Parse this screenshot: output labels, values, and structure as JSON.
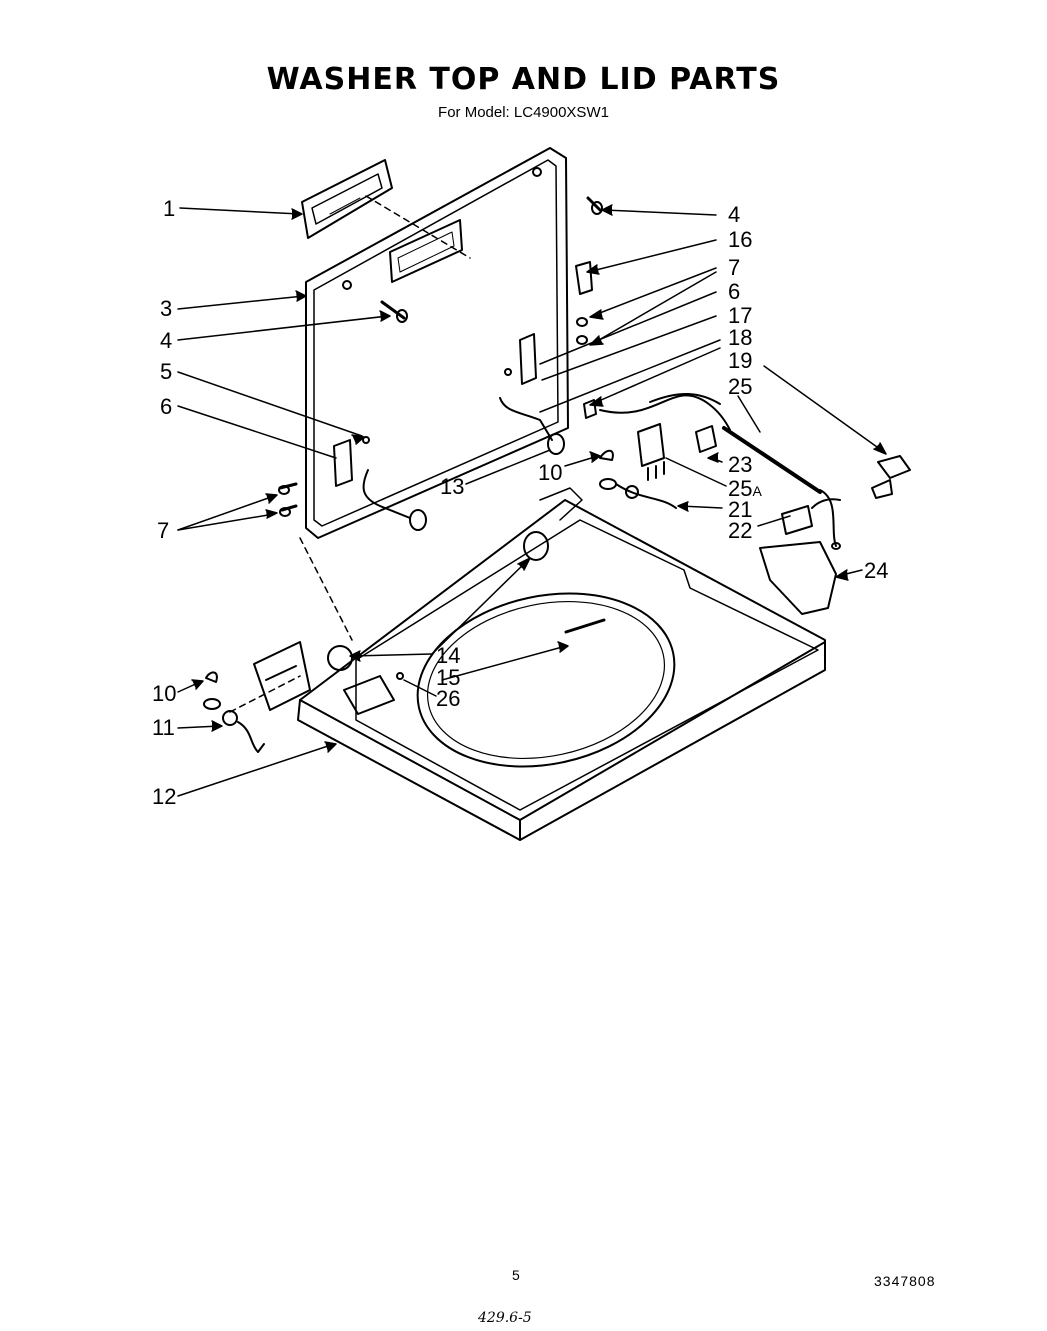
{
  "title": "WASHER TOP AND LID PARTS",
  "subtitle": "For Model: LC4900XSW1",
  "callouts": {
    "c1": "1",
    "c4a": "4",
    "c16": "16",
    "c3": "3",
    "c4b": "4",
    "c7a": "7",
    "c6a": "6",
    "c17": "17",
    "c18": "18",
    "c5": "5",
    "c19": "19",
    "c6b": "6",
    "c25": "25",
    "c10a": "10",
    "c23": "23",
    "c13": "13",
    "c25a": "25",
    "c25a_suffix": "A",
    "c21": "21",
    "c7b": "7",
    "c22": "22",
    "c24": "24",
    "c14": "14",
    "c10b": "10",
    "c15": "15",
    "c26": "26",
    "c11": "11",
    "c12": "12"
  },
  "footer": {
    "page_number": "5",
    "doc_number": "3347808",
    "handwritten": "429.6-5"
  }
}
